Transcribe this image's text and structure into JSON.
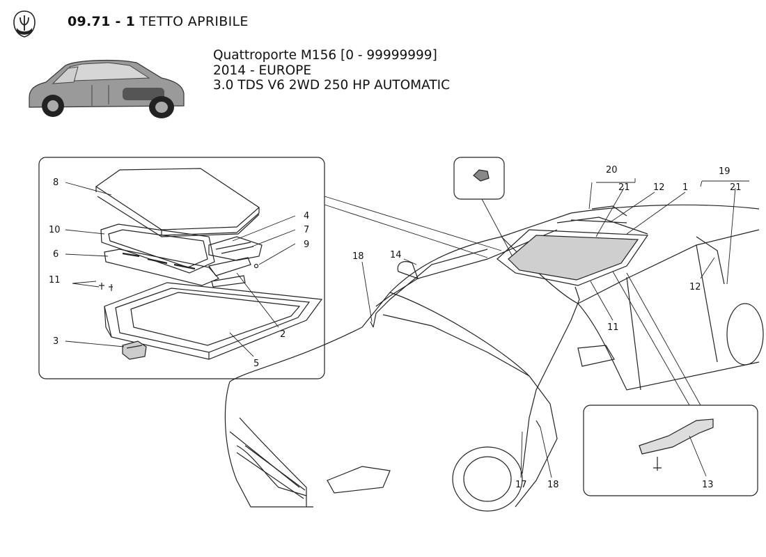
{
  "header": {
    "code": "09.71 - 1",
    "title": "TETTO APRIBILE",
    "model_line": "Quattroporte M156 [0 - 99999999]",
    "year_region": "2014 - EUROPE",
    "engine": "3.0 TDS V6 2WD 250 HP AUTOMATIC"
  },
  "callouts": {
    "c1": "1",
    "c2": "2",
    "c3": "3",
    "c4": "4",
    "c5": "5",
    "c6": "6",
    "c7": "7",
    "c8": "8",
    "c9": "9",
    "c10": "10",
    "c11a": "11",
    "c11b": "11",
    "c12a": "12",
    "c12b": "12",
    "c13": "13",
    "c14": "14",
    "c17": "17",
    "c18a": "18",
    "c18b": "18",
    "c19": "19",
    "c20": "20",
    "c21a": "21",
    "c21b": "21"
  }
}
